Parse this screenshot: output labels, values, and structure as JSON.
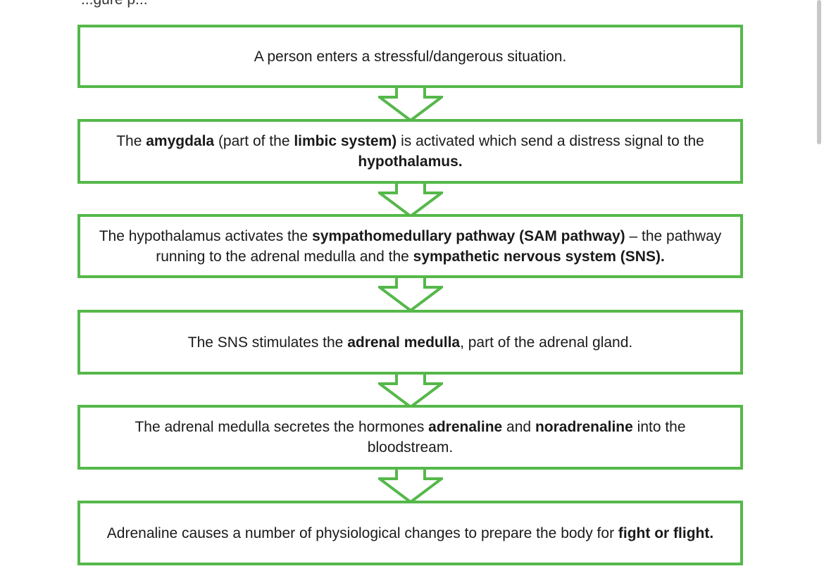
{
  "page_fragments": {
    "top": "...gure p...",
    "bottom": ""
  },
  "flowchart": {
    "steps": [
      {
        "segments": [
          {
            "text": "A person enters a stressful/dangerous situation.",
            "bold": false
          }
        ]
      },
      {
        "segments": [
          {
            "text": "The ",
            "bold": false
          },
          {
            "text": "amygdala",
            "bold": true
          },
          {
            "text": " (part of the ",
            "bold": false
          },
          {
            "text": "limbic system)",
            "bold": true
          },
          {
            "text": " is activated which send a distress signal to the ",
            "bold": false
          },
          {
            "text": "hypothalamus.",
            "bold": true
          }
        ]
      },
      {
        "segments": [
          {
            "text": "The hypothalamus activates the ",
            "bold": false
          },
          {
            "text": "sympathomedullary pathway (SAM pathway)",
            "bold": true
          },
          {
            "text": " – the pathway running to the adrenal medulla and the ",
            "bold": false
          },
          {
            "text": "sympathetic nervous system (SNS).",
            "bold": true
          }
        ]
      },
      {
        "segments": [
          {
            "text": "The SNS stimulates the ",
            "bold": false
          },
          {
            "text": "adrenal medulla",
            "bold": true
          },
          {
            "text": ", part of the adrenal gland.",
            "bold": false
          }
        ]
      },
      {
        "segments": [
          {
            "text": "The adrenal medulla secretes the hormones ",
            "bold": false
          },
          {
            "text": "adrenaline",
            "bold": true
          },
          {
            "text": " and ",
            "bold": false
          },
          {
            "text": "noradrenaline",
            "bold": true
          },
          {
            "text": " into the bloodstream.",
            "bold": false
          }
        ]
      },
      {
        "segments": [
          {
            "text": "Adrenaline causes a number of physiological changes to prepare the body for ",
            "bold": false
          },
          {
            "text": "fight or flight.",
            "bold": true
          }
        ]
      }
    ]
  },
  "colors": {
    "box_border": "#55b84a",
    "arrow_stroke": "#55b84a",
    "text": "#1a1a1a"
  }
}
